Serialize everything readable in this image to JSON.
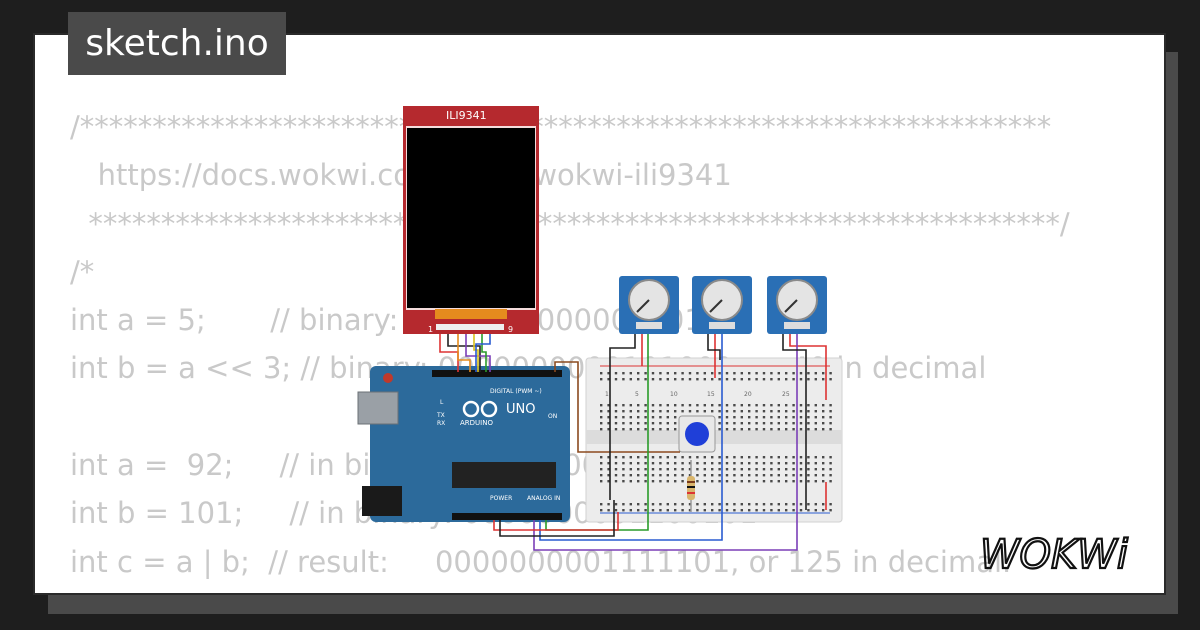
{
  "title": "sketch.ino",
  "code_lines": [
    "/*******************************************************************",
    "   https://docs.wokwi.com/parts/wokwi-ili9341",
    "  *******************************************************************/",
    "/*",
    "int a = 5;       // binary: 0000000000000101",
    "int b = a << 3; // binary: 0000000000101000, or 40 in decimal",
    "",
    "int a =  92;     // in binary: 0000000001011100",
    "int b = 101;     // in binary: 0000000001100101",
    "int c = a | b;  // result:     0000000001111101, or 125 in decimal."
  ],
  "display": {
    "label": "ILI9341",
    "pin_first": "1",
    "pin_last": "9"
  },
  "arduino": {
    "model": "UNO",
    "brand": "ARDUINO",
    "digital_label": "DIGITAL (PWM ~)",
    "power_label": "POWER",
    "analog_label": "ANALOG IN",
    "on_label": "ON",
    "tx_label": "TX",
    "rx_label": "RX",
    "l_label": "L"
  },
  "breadboard": {
    "col_labels": [
      "1",
      "5",
      "10",
      "15",
      "20",
      "25"
    ]
  },
  "logo": "WOKWi",
  "colors": {
    "background": "#1e1e1e",
    "card": "#ffffff",
    "code_text": "#c9c9c9",
    "title_bg": "#4a4a4a",
    "arduino_board": "#2c6a9b",
    "display_pcb": "#b5292e",
    "potentiometer": "#2a6fb5",
    "button_cap": "#1f3fd8"
  }
}
